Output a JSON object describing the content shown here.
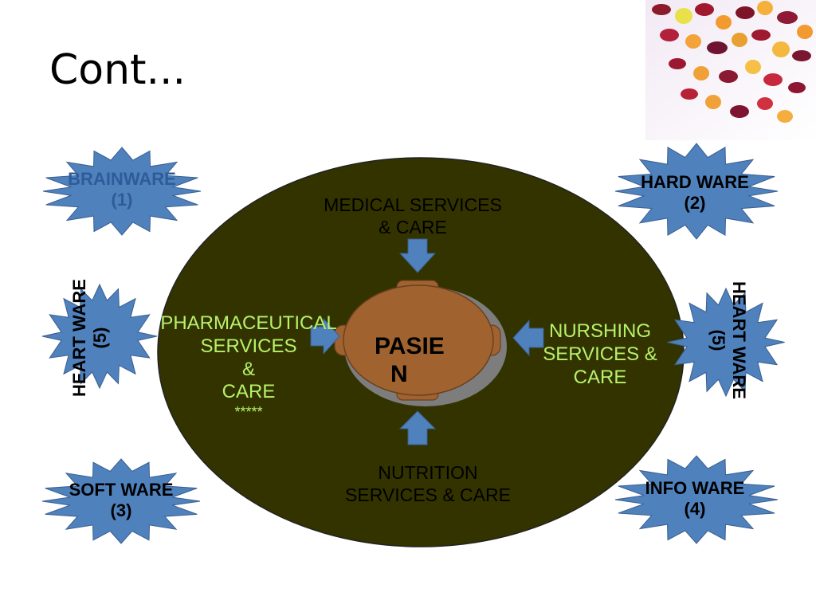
{
  "slide": {
    "title": "Cont..."
  },
  "center": {
    "line1": "PASIE",
    "line2": "N"
  },
  "services": {
    "medical": [
      "MEDICAL SERVICES",
      "& CARE"
    ],
    "pharmaceutical": [
      "PHARMACEUTICAL",
      "SERVICES",
      "&",
      "CARE",
      "*****"
    ],
    "nursing": [
      "NURSHING",
      "SERVICES &",
      "CARE"
    ],
    "nutrition": [
      "NUTRITION",
      "SERVICES & CARE"
    ]
  },
  "wares": {
    "brainware": {
      "label": "BRAINWARE",
      "num": "(1)"
    },
    "hardware": {
      "label": "HARD WARE",
      "num": "(2)"
    },
    "software": {
      "label": "SOFT WARE",
      "num": "(3)"
    },
    "infoware": {
      "label": "INFO WARE",
      "num": "(4)"
    },
    "heartware_left": {
      "label": "HEART WARE",
      "num": "(5)"
    },
    "heartware_right": {
      "label": "HEART WARE",
      "num": "(5)"
    }
  },
  "colors": {
    "star_fill": "#4f81bd",
    "ellipse_fill": "#333300",
    "center_fill": "#a0632f",
    "arrow_fill": "#4f81bd",
    "service_text": "#b6f26a"
  }
}
